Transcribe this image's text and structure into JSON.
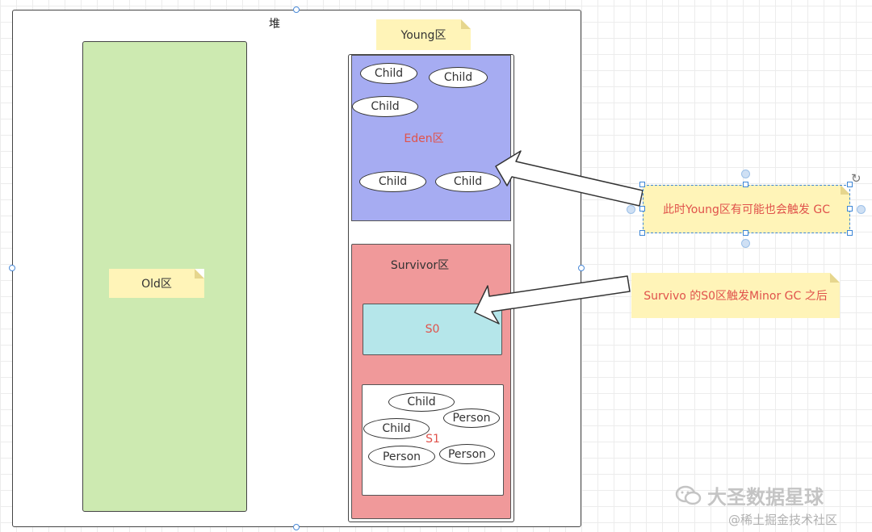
{
  "heap": {
    "title": "堆",
    "old_region": {
      "label": "Old区"
    },
    "young_region": {
      "label": "Young区",
      "eden": {
        "label": "Eden区",
        "objects": [
          "Child",
          "Child",
          "Child",
          "Child",
          "Child"
        ]
      },
      "survivor": {
        "label": "Survivor区",
        "s0_label": "S0",
        "s1_label": "S1",
        "s1_objects": [
          "Child",
          "Person",
          "Child",
          "Person",
          "Person"
        ]
      }
    }
  },
  "annotations": {
    "young_gc_note": "此时Young区有可能也会触发 GC",
    "minor_gc_note": "Survivo 的S0区触发Minor GC 之后"
  },
  "watermark": {
    "brand": "大圣数据星球",
    "platform": "@稀土掘金技术社区"
  },
  "colors": {
    "old_region": "#cdeab1",
    "eden": "#a6acf2",
    "survivor": "#f0999a",
    "s0": "#b5e6ea",
    "sticky_note": "#fff4b8",
    "label_red": "#e0524b",
    "selection": "#3d86d6"
  }
}
